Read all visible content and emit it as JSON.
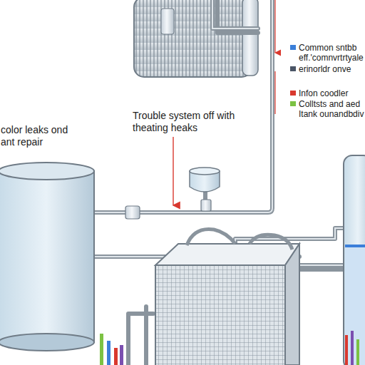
{
  "diagram": {
    "labels": [
      "Trouble system off with theating heaks",
      "color leaks ond ant repair"
    ],
    "legend": [
      {
        "text": "Common sntbb eff.'comnvrtrtyale",
        "color": "#3b7fd9"
      },
      {
        "text": "erinorldr onve",
        "color": "#4a5566"
      },
      {
        "text": "Infon coodler",
        "color": "#d9382e"
      },
      {
        "text": "Colltsts and aed Itank ounandbdiv",
        "color": "#7cc243"
      }
    ]
  }
}
